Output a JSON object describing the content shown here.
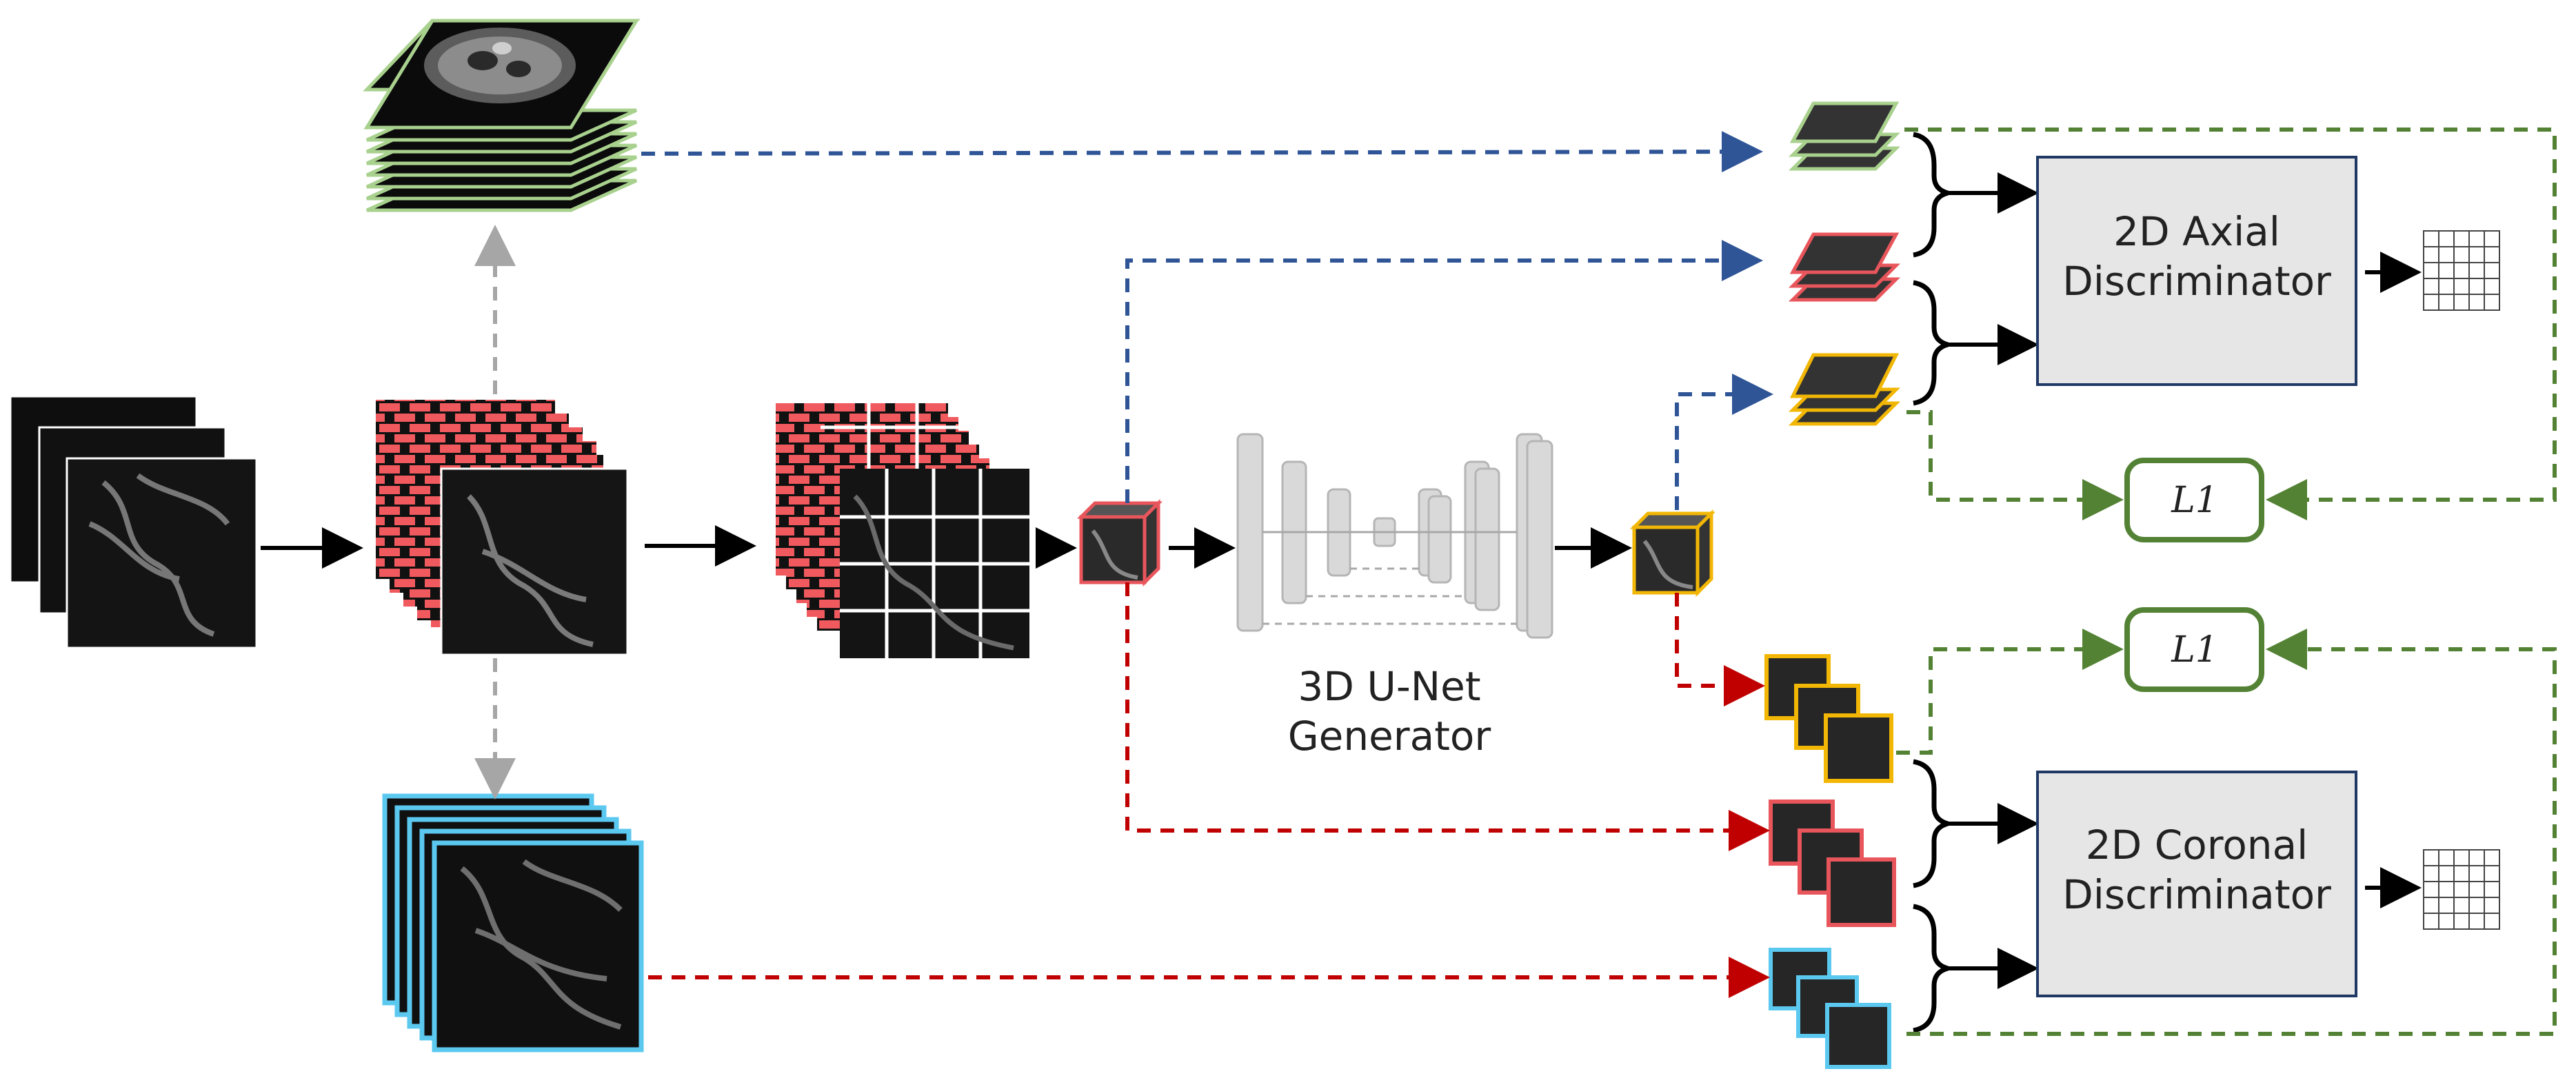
{
  "labels": {
    "axial_discriminator": [
      "2D Axial",
      "Discriminator"
    ],
    "coronal_discriminator": [
      "2D Coronal",
      "Discriminator"
    ],
    "generator": [
      "3D U-Net",
      "Generator"
    ],
    "loss_top": "L1",
    "loss_bottom": "L1"
  },
  "colors": {
    "axial_frame": "#a9d18e",
    "masked_frame": "#e8565c",
    "output_frame": "#f2b705",
    "coronal_frame": "#5bc8f0",
    "blue_arrow": "#2f5597",
    "red_arrow": "#c00000",
    "green_arrow": "#548235",
    "gray_arrow": "#a6a6a6",
    "discriminator_fill": "#e6e6e6",
    "discriminator_border": "#1f3864",
    "loss_border": "#548235",
    "unet_block": "#d9d9d9"
  },
  "icons": {
    "input_stack": "mri-slice-stack-icon",
    "masked_stack": "masked-slice-stack-icon",
    "patch_grid": "patch-grid-icon",
    "cube": "patch-cube-icon",
    "output_grid": "patch-output-grid-icon"
  }
}
